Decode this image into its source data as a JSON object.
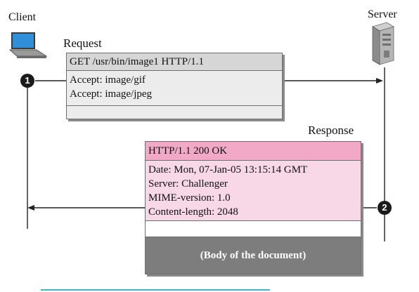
{
  "labels": {
    "client": "Client",
    "server": "Server",
    "request": "Request",
    "response": "Response"
  },
  "request": {
    "request_line": "GET   /usr/bin/image1  HTTP/1.1",
    "headers": [
      "Accept: image/gif",
      "Accept: image/jpeg"
    ]
  },
  "response": {
    "status_line": "HTTP/1.1   200  OK",
    "headers": [
      "Date: Mon, 07-Jan-05 13:15:14 GMT",
      "Server: Challenger",
      "MIME-version: 1.0",
      "Content-length: 2048"
    ],
    "body": "(Body of the document)"
  },
  "steps": [
    "1",
    "2"
  ],
  "colors": {
    "request_header": "#d6d6d6",
    "request_body": "#ececec",
    "response_header": "#f2a9c8",
    "response_body": "#f8d7e6",
    "document_body": "#7d7d7d"
  }
}
